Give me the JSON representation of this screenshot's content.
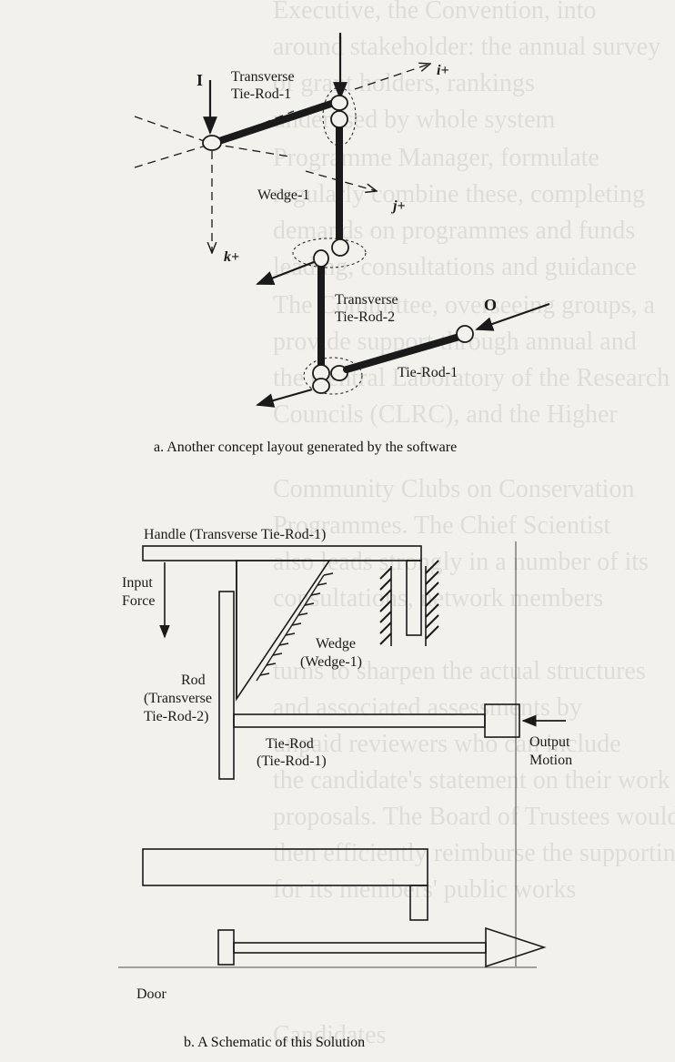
{
  "figure_a": {
    "caption": "a. Another concept layout generated by the software",
    "labels": {
      "input": "I",
      "output": "O",
      "transverse_tie_rod_1": [
        "Transverse",
        "Tie-Rod-1"
      ],
      "wedge_1": "Wedge-1",
      "transverse_tie_rod_2": [
        "Transverse",
        "Tie-Rod-2"
      ],
      "tie_rod_1": "Tie-Rod-1",
      "axis_i": "i+",
      "axis_j": "j+",
      "axis_k": "k+"
    }
  },
  "figure_b": {
    "caption": "b.  A Schematic of this Solution",
    "labels": {
      "handle": "Handle (Transverse Tie-Rod-1)",
      "input_force": [
        "Input",
        "Force"
      ],
      "wedge": [
        "Wedge",
        "(Wedge-1)"
      ],
      "rod": [
        "Rod",
        "(Transverse",
        "Tie-Rod-2)"
      ],
      "tie_rod": [
        "Tie-Rod",
        "(Tie-Rod-1)"
      ],
      "output_motion": [
        "Output",
        "Motion"
      ],
      "door": "Door"
    }
  },
  "background_text": [
    "Executive, the Convention, into",
    "around stakeholder: the annual survey",
    "of grant holders, rankings",
    "underused by whole system",
    "Programme Manager, formulate",
    "regularly combine these, completing",
    "demands on programmes and funds",
    "leading, consultations and guidance",
    "The Committee, overseeing groups, a",
    "provide support through annual and",
    "the Central Laboratory of the Research",
    "Councils (CLRC), and the Higher",
    "Community Clubs on Conservation",
    "Programmes. The Chief Scientist",
    "also leads strongly in a number of its",
    "consultations, network members",
    "turns to sharpen the actual structures",
    "and associated assessments by",
    "unpaid reviewers who can include",
    "the candidate's statement on their work",
    "proposals. The Board of Trustees would",
    "then efficiently reimburse the supporting",
    "for its members' public works",
    "Candidates"
  ]
}
